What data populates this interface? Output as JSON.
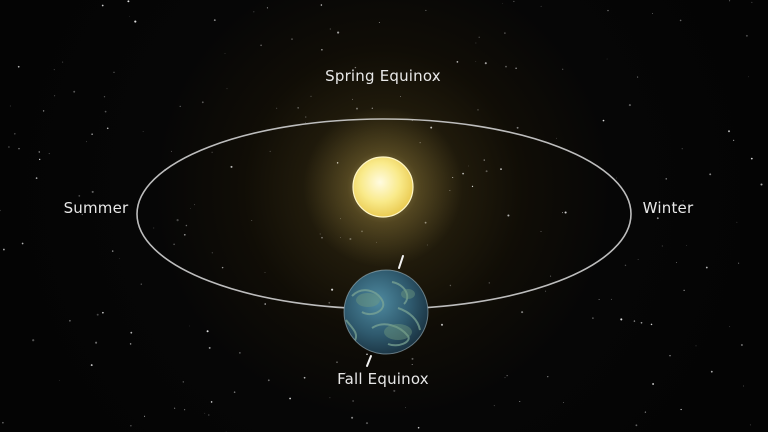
{
  "diagram": {
    "labels": {
      "spring": "Spring Equinox",
      "summer": "Summer",
      "winter": "Winter",
      "fall": "Fall Equinox"
    },
    "colors": {
      "orbit": "#bdbdbd",
      "sun": "#f7e27a",
      "earth_ocean": "#2f5a6e",
      "earth_land": "#5f8a76",
      "background": "#050505",
      "label": "#e8e8e8"
    },
    "icons": {
      "sun": "sun-icon",
      "earth": "earth-icon"
    }
  }
}
